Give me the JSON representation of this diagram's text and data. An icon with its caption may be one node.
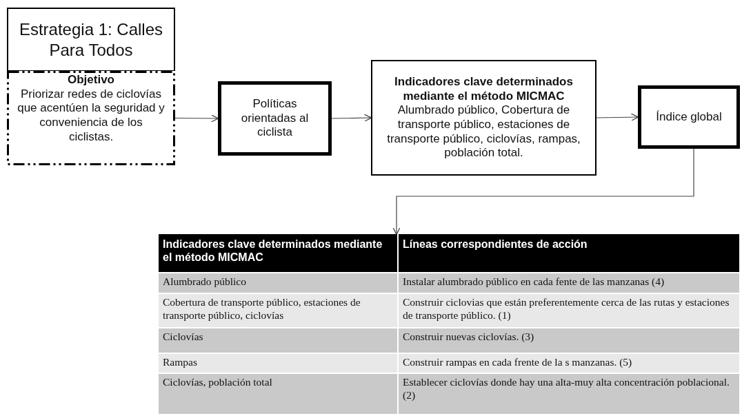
{
  "diagram": {
    "nodes": [
      {
        "text": [
          "Estrategia 1: Calles Para Todos"
        ]
      },
      {
        "text": [
          "Objetivo",
          "Priorizar redes de ciclovías que acentúen la  seguridad y conveniencia de los ciclistas."
        ]
      },
      {
        "text": [
          "Políticas orientadas al ciclista"
        ]
      },
      {
        "text": [
          "Indicadores clave determinados mediante el método MICMAC",
          "Alumbrado público, Cobertura de transporte público,  estaciones de transporte público, ciclovías, rampas, población total."
        ]
      },
      {
        "text": [
          "Índice global"
        ]
      },
      {
        "text": [],
        "shape": "table"
      }
    ],
    "edges": [
      {
        "from": 1,
        "to": 2,
        "arrow": "to"
      },
      {
        "from": 2,
        "to": 3,
        "arrow": "to"
      },
      {
        "from": 3,
        "to": 4,
        "arrow": "to"
      },
      {
        "from": 4,
        "to": 5,
        "arrow": "to"
      }
    ],
    "labels": [
      "Indicadores clave determinados mediante el método MICMAC",
      "Líneas correspondientes de acción",
      "Alumbrado público",
      "Instalar alumbrado público en cada fente de las manzanas (4)",
      "Cobertura de transporte público, estaciones de transporte público, ciclovías",
      "Construir ciclovias que están preferentemente cerca de las rutas y estaciones de transporte público. (1)",
      "Ciclovías",
      "Construir nuevas ciclovías. (3)",
      "Rampas",
      "Construir rampas en cada frente de la s manzanas. (5)",
      "Ciclovías, población total",
      "Establecer ciclovías donde hay una alta-muy alta concentración poblacional. (2)"
    ]
  }
}
